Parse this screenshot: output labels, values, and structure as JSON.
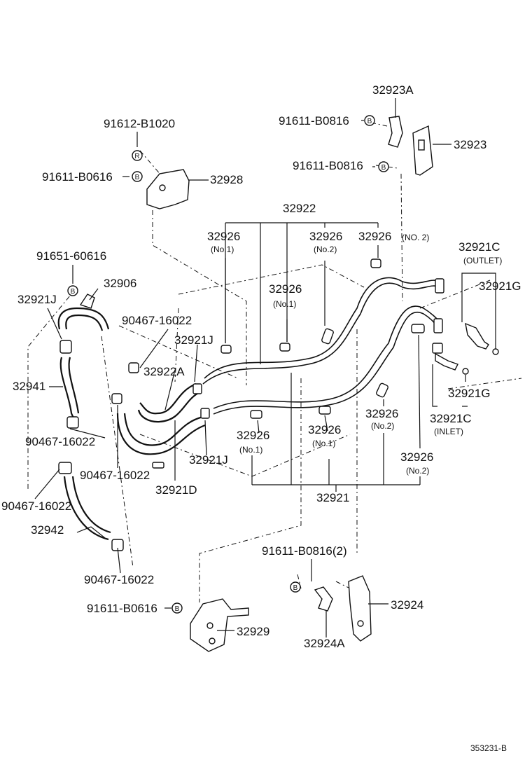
{
  "diagram_ref": "353231-B",
  "symbols": {
    "bolt": "B",
    "ref": "R"
  },
  "labels": {
    "p32923A": "32923A",
    "p91611_B0816_a": "91611-B0816",
    "p32923": "32923",
    "p91611_B0816_b": "91611-B0816",
    "p91612_B1020": "91612-B1020",
    "p91611_B0616_a": "91611-B0616",
    "p32928": "32928",
    "p32922": "32922",
    "p32926_no1_a": "32926",
    "p32926_no1_a_sub": "(No.1)",
    "p32926_no2_a": "32926",
    "p32926_no2_a_sub": "(No.2)",
    "p32926_no2_b": "32926",
    "p32926_no2_b_sub": "(NO. 2)",
    "p32921C_out": "32921C",
    "p32921C_out_sub": "(OUTLET)",
    "p91651_60616": "91651-60616",
    "p32906": "32906",
    "p32921J_a": "32921J",
    "p32926_no1_b": "32926",
    "p32926_no1_b_sub": "(No.1)",
    "p32921G_a": "32921G",
    "p90467_a": "90467-16022",
    "p32921J_b": "32921J",
    "p32922A": "32922A",
    "p32941": "32941",
    "p32921G_b": "32921G",
    "p32926_no2_c": "32926",
    "p32926_no2_c_sub": "(No.2)",
    "p32921C_in": "32921C",
    "p32921C_in_sub": "(INLET)",
    "p90467_b": "90467-16022",
    "p32926_no1_c": "32926",
    "p32926_no1_c_sub": "(No.1)",
    "p32926_no1_d": "32926",
    "p32926_no1_d_sub": "(No.1)",
    "p32921J_c": "32921J",
    "p32926_no2_d": "32926",
    "p32926_no2_d_sub": "(No.2)",
    "p90467_c": "90467-16022",
    "p32921D": "32921D",
    "p32921": "32921",
    "p90467_d": "90467-16022",
    "p32942": "32942",
    "p91611_B0816_c": "91611-B0816(2)",
    "p90467_e": "90467-16022",
    "p32924": "32924",
    "p91611_B0616_b": "91611-B0616",
    "p32929": "32929",
    "p32924A": "32924A"
  }
}
